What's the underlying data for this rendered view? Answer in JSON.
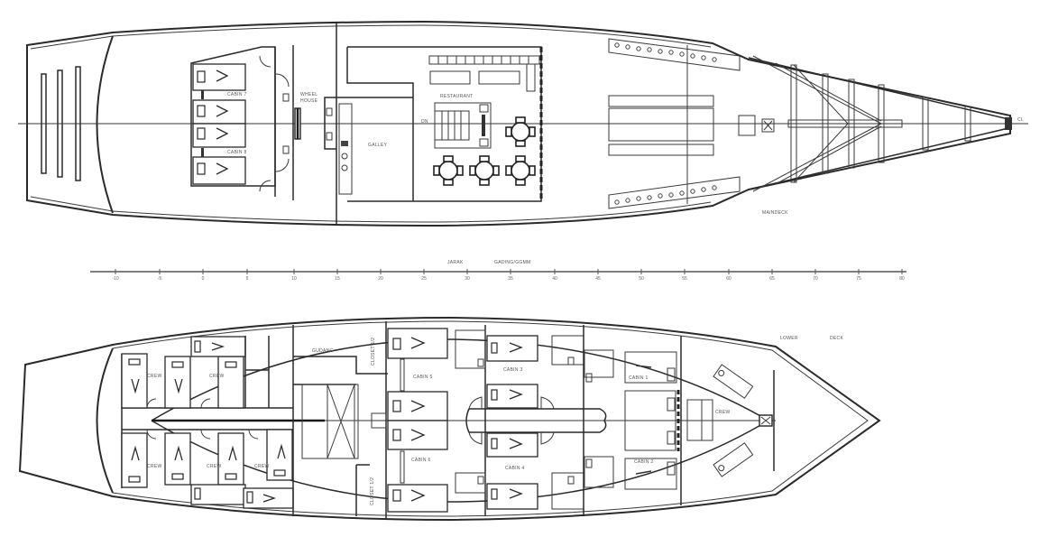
{
  "drawing": {
    "title": "Ship General Arrangement",
    "line_color": "#2a2a2a",
    "background": "#ffffff"
  },
  "main_deck": {
    "deck_label": "MAINDECK",
    "centerline_label": "CL",
    "rooms": {
      "cabin_7": "CABIN 7",
      "cabin_8": "CABIN 8",
      "wheel_house_line1": "WHEEL",
      "wheel_house_line2": "HOUSE",
      "galley": "GALLEY",
      "restaurant": "RESTAURANT",
      "stair_dn": "DN"
    }
  },
  "scale_bar": {
    "label_left": "JARAK",
    "label_right": "GADING/GGMM",
    "ticks": [
      "-10",
      "-5",
      "0",
      "5",
      "10",
      "15",
      "20",
      "25",
      "30",
      "35",
      "40",
      "45",
      "50",
      "55",
      "60",
      "65",
      "70",
      "75",
      "80"
    ]
  },
  "lower_deck": {
    "deck_label_1": "LOWER",
    "deck_label_2": "DECK",
    "rooms": {
      "crew_1": "CREW",
      "crew_2": "CREW",
      "crew_3": "CREW",
      "crew_4": "CREW",
      "crew_5": "CREW",
      "crew_6": "CREW",
      "crew_bow": "CREW",
      "gudang": "GUDANG",
      "closet_top": "CLOSET 1/2",
      "closet_bottom": "CLOSET 1/2",
      "cabin_5": "CABIN 5",
      "cabin_6": "CABIN 6",
      "cabin_3": "CABIN 3",
      "cabin_4": "CABIN 4",
      "cabin_1": "CABIN 1",
      "cabin_2": "CABIN 2"
    }
  }
}
